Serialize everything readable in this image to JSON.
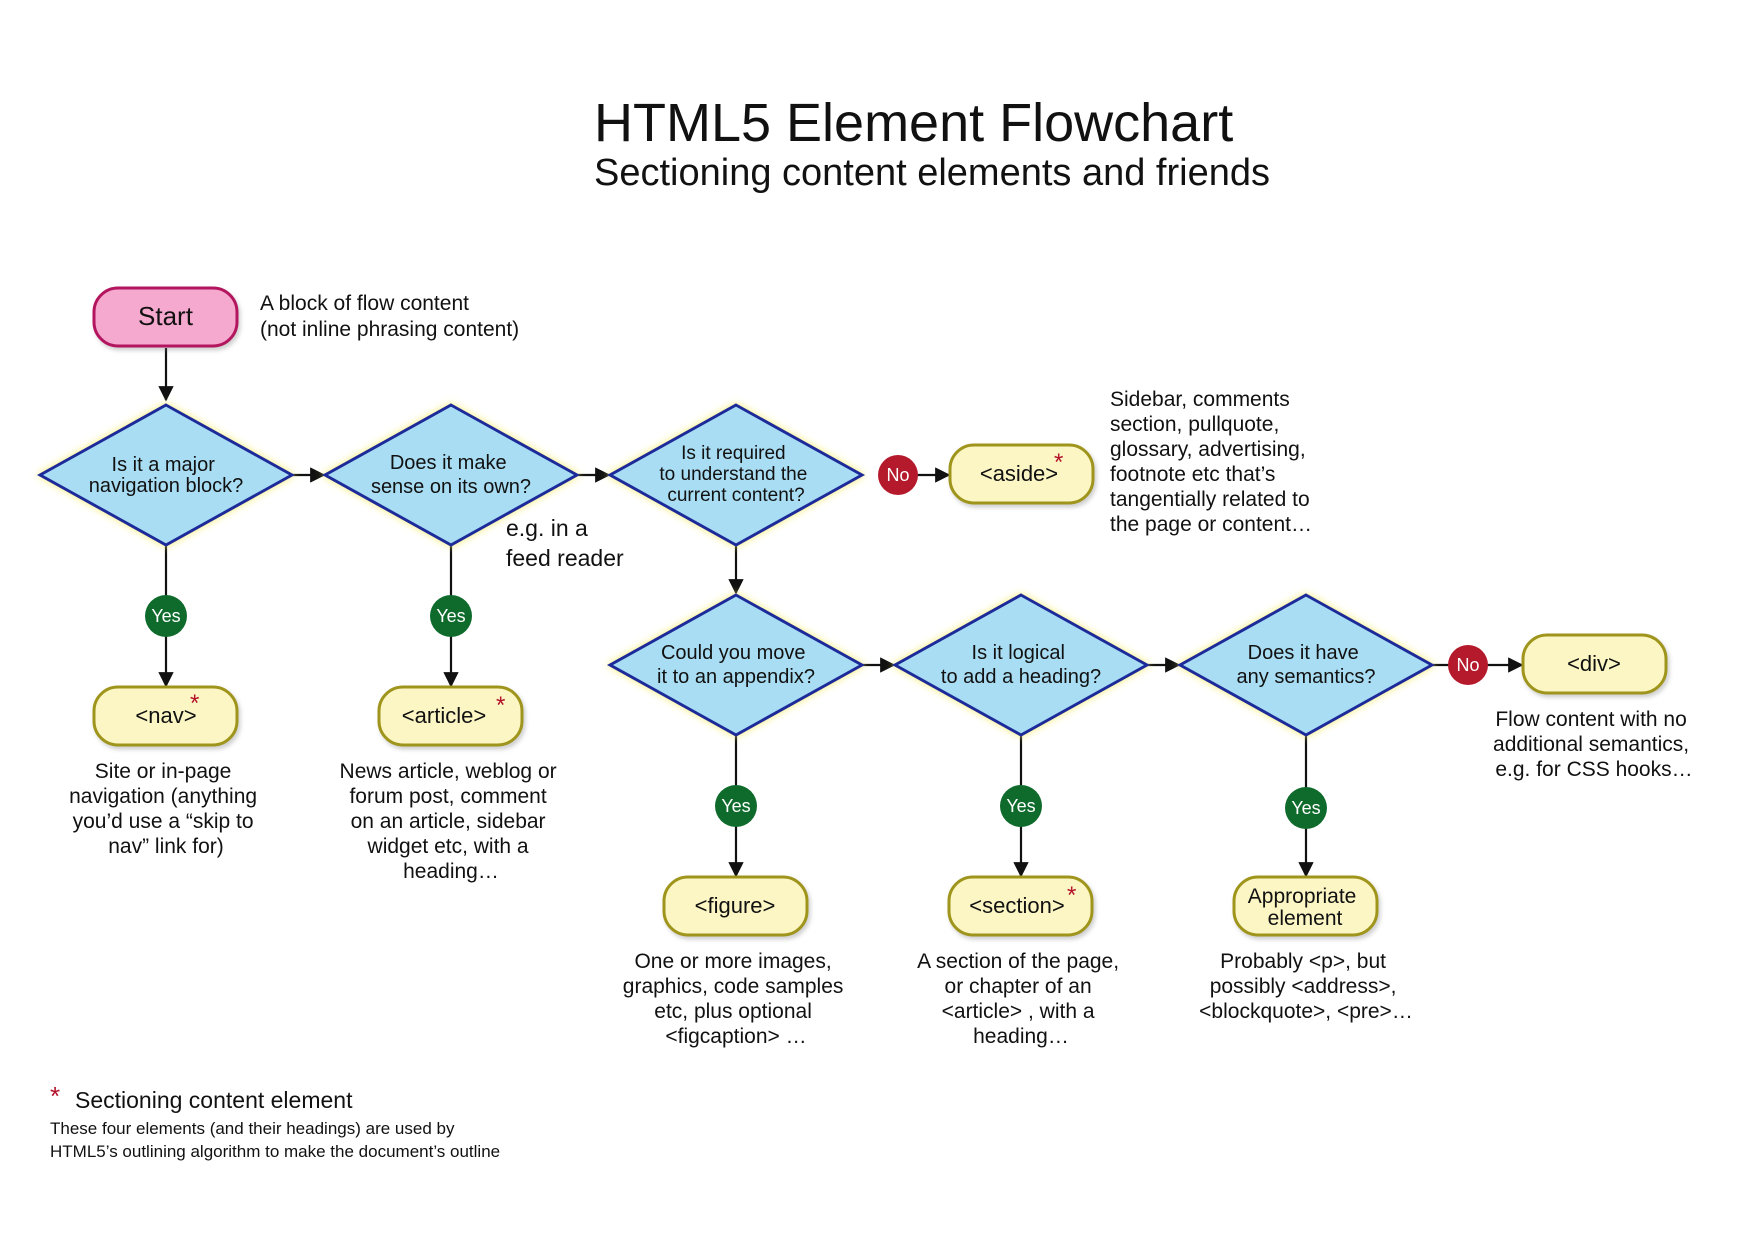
{
  "title": "HTML5 Element Flowchart",
  "subtitle": "Sectioning content elements and friends",
  "start": {
    "label": "Start",
    "note": [
      "A block of flow content",
      "(not inline phrasing content)"
    ]
  },
  "questions": {
    "q1": [
      "Is it a major",
      "navigation block?"
    ],
    "q2": [
      "Does it make",
      "sense on its own?"
    ],
    "q3": [
      "Is it required",
      "to understand the",
      "current content?"
    ],
    "q4": [
      "Could you move",
      "it to an appendix?"
    ],
    "q5": [
      "Is it logical",
      "to add a heading?"
    ],
    "q6": [
      "Does it have",
      "any semantics?"
    ]
  },
  "q2_note": [
    "e.g. in a",
    "feed reader"
  ],
  "branches": {
    "yes": "Yes",
    "no": "No"
  },
  "outcomes": {
    "nav": {
      "label": "<nav>",
      "sectioning": true,
      "desc": [
        "Site or in-page",
        "navigation (anything",
        "you’d use a “skip to",
        "nav” link for)"
      ]
    },
    "article": {
      "label": "<article>",
      "sectioning": true,
      "desc": [
        "News article, weblog or",
        "forum post, comment",
        "on an article, sidebar",
        "widget etc, with a",
        "heading…"
      ]
    },
    "aside": {
      "label": "<aside>",
      "sectioning": true,
      "desc": [
        "Sidebar, comments",
        "section, pullquote,",
        "glossary, advertising,",
        "footnote etc that’s",
        "tangentially related to",
        "the page or content…"
      ]
    },
    "figure": {
      "label": "<figure>",
      "sectioning": false,
      "desc": [
        "One or more images,",
        "graphics, code samples",
        "etc, plus optional",
        "<figcaption>  …"
      ]
    },
    "section": {
      "label": "<section>",
      "sectioning": true,
      "desc": [
        "A section of the page,",
        "or chapter of an",
        "<article>  , with a",
        "heading…"
      ]
    },
    "appropriate": {
      "label": [
        "Appropriate",
        "element"
      ],
      "sectioning": false,
      "desc": [
        "Probably <p>, but",
        "possibly <address>,",
        "<blockquote>, <pre>…"
      ]
    },
    "div": {
      "label": "<div>",
      "sectioning": false,
      "desc": [
        "Flow content with no",
        "additional semantics,",
        "e.g. for CSS hooks…"
      ]
    }
  },
  "legend": {
    "marker": "*",
    "label": "Sectioning content element",
    "desc": [
      "These four elements (and their headings) are used by",
      "HTML5’s outlining algorithm to make the document’s outline"
    ]
  },
  "colors": {
    "start_fill": "#f6a9cf",
    "question_fill": "#a9ddf3",
    "outcome_fill": "#fbf6c4",
    "yes_badge": "#0f6b2c",
    "no_badge": "#b51a2c",
    "sectioning_marker": "#b3122a"
  }
}
